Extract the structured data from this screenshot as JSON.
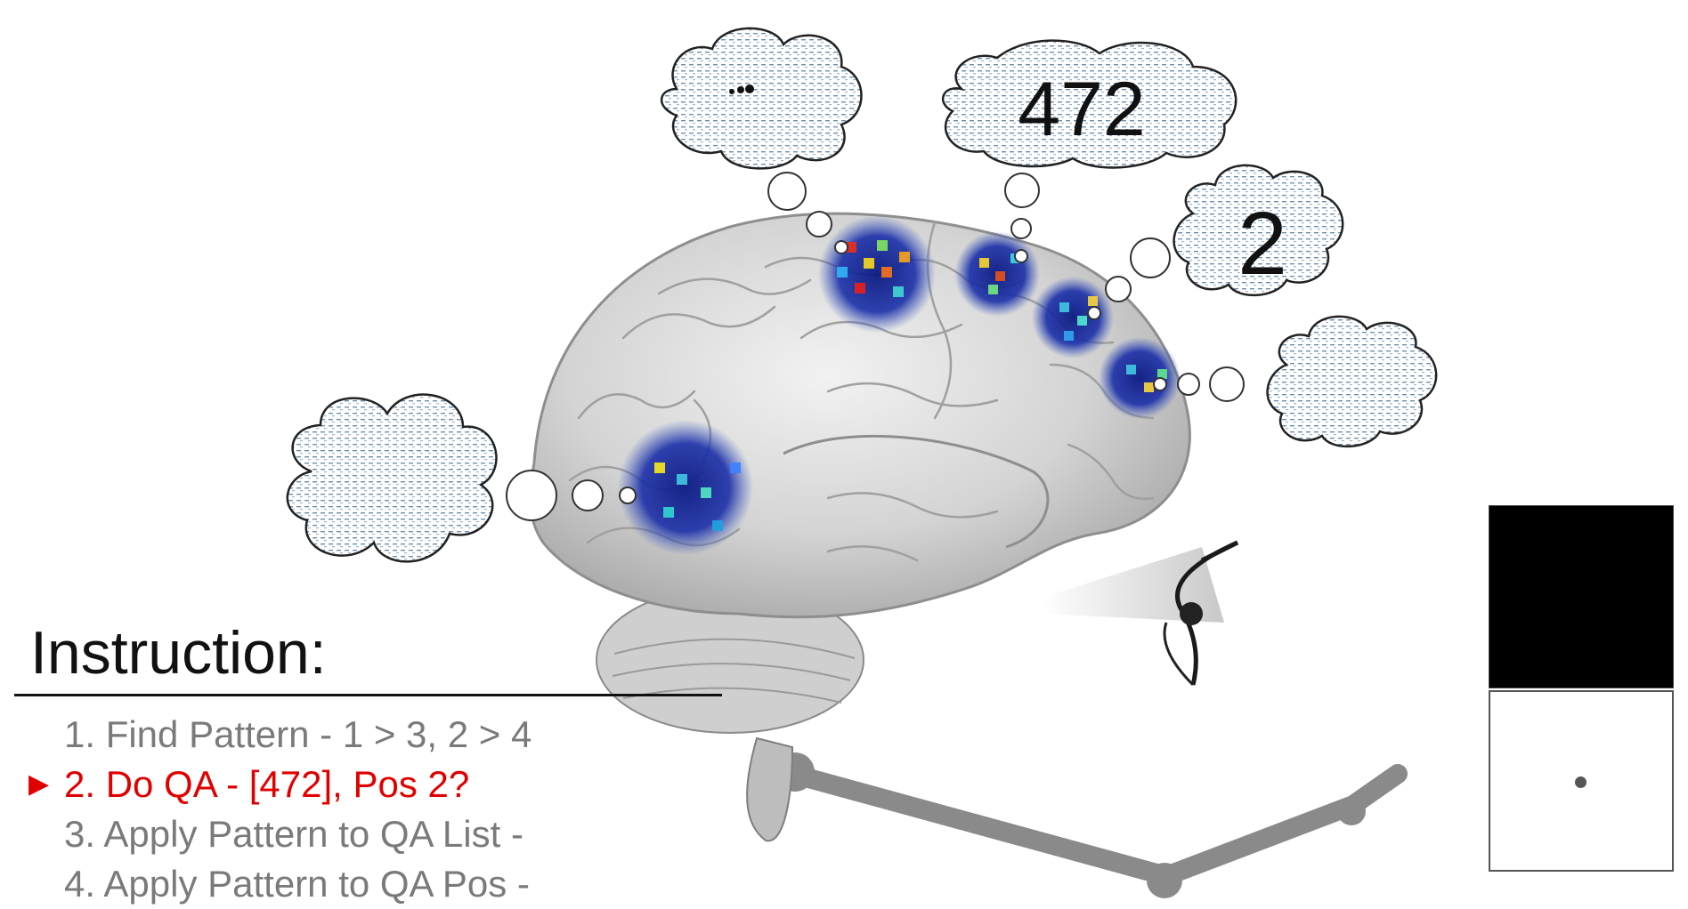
{
  "bubbles": {
    "parietal_number": "472",
    "frontal_number": "2"
  },
  "instructions": {
    "title": "Instruction:",
    "active_marker": "▶",
    "steps": [
      {
        "label": "1. Find Pattern - 1 > 3, 2 > 4",
        "active": false
      },
      {
        "label": "2. Do QA - [472], Pos 2?",
        "active": true
      },
      {
        "label": "3. Apply Pattern to QA List -",
        "active": false
      },
      {
        "label": "4. Apply Pattern to QA Pos -",
        "active": false
      }
    ]
  },
  "colors": {
    "active_step": "#e00000",
    "inactive_step": "#7a7a7a",
    "activation_core": "#1a2a9a"
  },
  "icons": {
    "brain": "brain-illustration",
    "eye": "eye-icon",
    "fixation": "fixation-dot"
  }
}
